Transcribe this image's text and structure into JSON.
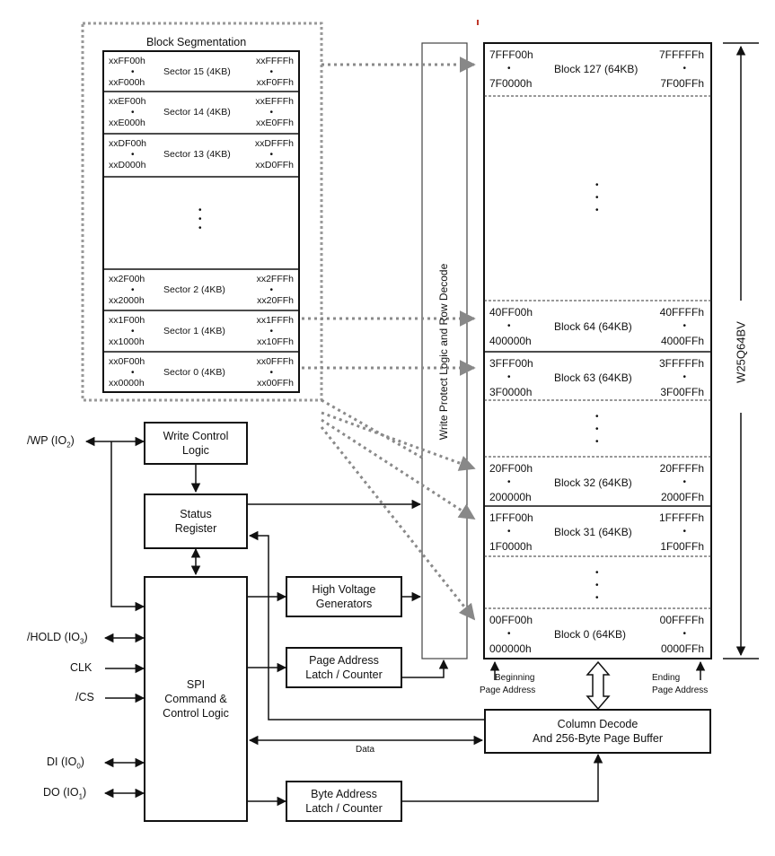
{
  "segmentation": {
    "title": "Block Segmentation",
    "sectors": [
      {
        "top_left": "xxFF00h",
        "bottom_left": "xxF000h",
        "top_right": "xxFFFFh",
        "bottom_right": "xxF0FFh",
        "label": "Sector 15 (4KB)"
      },
      {
        "top_left": "xxEF00h",
        "bottom_left": "xxE000h",
        "top_right": "xxEFFFh",
        "bottom_right": "xxE0FFh",
        "label": "Sector 14 (4KB)"
      },
      {
        "top_left": "xxDF00h",
        "bottom_left": "xxD000h",
        "top_right": "xxDFFFh",
        "bottom_right": "xxD0FFh",
        "label": "Sector 13 (4KB)"
      },
      {
        "top_left": "xx2F00h",
        "bottom_left": "xx2000h",
        "top_right": "xx2FFFh",
        "bottom_right": "xx20FFh",
        "label": "Sector 2 (4KB)"
      },
      {
        "top_left": "xx1F00h",
        "bottom_left": "xx1000h",
        "top_right": "xx1FFFh",
        "bottom_right": "xx10FFh",
        "label": "Sector 1 (4KB)"
      },
      {
        "top_left": "xx0F00h",
        "bottom_left": "xx0000h",
        "top_right": "xx0FFFh",
        "bottom_right": "xx00FFh",
        "label": "Sector 0 (4KB)"
      }
    ]
  },
  "blocks": [
    {
      "top_left": "7FFF00h",
      "bottom_left": "7F0000h",
      "top_right": "7FFFFFh",
      "bottom_right": "7F00FFh",
      "label": "Block 127 (64KB)"
    },
    {
      "top_left": "40FF00h",
      "bottom_left": "400000h",
      "top_right": "40FFFFh",
      "bottom_right": "4000FFh",
      "label": "Block 64 (64KB)"
    },
    {
      "top_left": "3FFF00h",
      "bottom_left": "3F0000h",
      "top_right": "3FFFFFh",
      "bottom_right": "3F00FFh",
      "label": "Block 63 (64KB)"
    },
    {
      "top_left": "20FF00h",
      "bottom_left": "200000h",
      "top_right": "20FFFFh",
      "bottom_right": "2000FFh",
      "label": "Block 32 (64KB)"
    },
    {
      "top_left": "1FFF00h",
      "bottom_left": "1F0000h",
      "top_right": "1FFFFFh",
      "bottom_right": "1F00FFh",
      "label": "Block 31 (64KB)"
    },
    {
      "top_left": "00FF00h",
      "bottom_left": "000000h",
      "top_right": "00FFFFh",
      "bottom_right": "0000FFh",
      "label": "Block 0 (64KB)"
    }
  ],
  "write_protect": "Write Protect Logic and Row Decode",
  "chip_name": "W25Q64BV",
  "boxes": {
    "write_control": [
      "Write Control",
      "Logic"
    ],
    "status_register": [
      "Status",
      "Register"
    ],
    "high_voltage": [
      "High Voltage",
      "Generators"
    ],
    "page_address": [
      "Page Address",
      "Latch / Counter"
    ],
    "spi": [
      "SPI",
      "Command &",
      "Control Logic"
    ],
    "byte_address": [
      "Byte Address",
      "Latch / Counter"
    ],
    "column_decode": [
      "Column Decode",
      "And 256-Byte Page Buffer"
    ]
  },
  "pins": {
    "wp": {
      "name": "/WP (IO",
      "sub": "2",
      "suffix": ")"
    },
    "hold": {
      "name": "/HOLD (IO",
      "sub": "3",
      "suffix": ")"
    },
    "clk": {
      "name": "CLK"
    },
    "cs": {
      "name": "/CS"
    },
    "di": {
      "name": "DI (IO",
      "sub": "0",
      "suffix": ")"
    },
    "do": {
      "name": "DO (IO",
      "sub": "1",
      "suffix": ")"
    }
  },
  "labels": {
    "data": "Data",
    "beginning": [
      "Beginning",
      "Page Address"
    ],
    "ending": [
      "Ending",
      "Page Address"
    ]
  },
  "colors": {
    "line": "#111111",
    "dotted": "#888888"
  }
}
